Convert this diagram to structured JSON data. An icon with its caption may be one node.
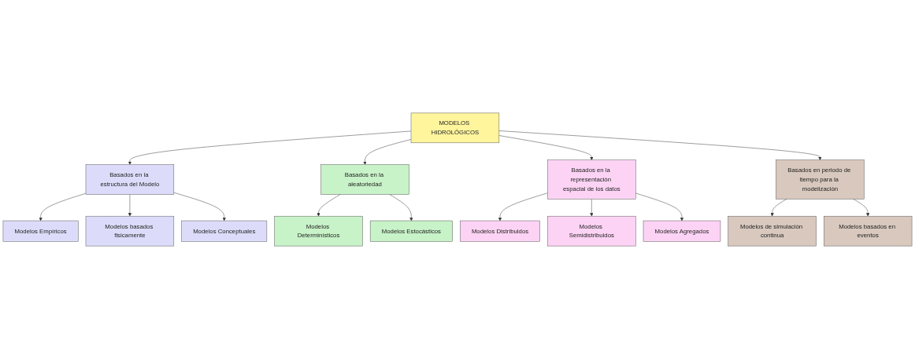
{
  "diagram": {
    "nodes": [
      {
        "text": [
          "MODELOS HIDROLÓGICOS"
        ]
      },
      {
        "text": [
          "Basados en la estructura del Modelo"
        ]
      },
      {
        "text": [
          "Basados en la aleatoriedad"
        ]
      },
      {
        "text": [
          "Basados en la representación espacial de los datos"
        ]
      },
      {
        "text": [
          "Basados en periodo de tiempo para la modelización"
        ]
      },
      {
        "text": [
          "Modelos Empíricos"
        ]
      },
      {
        "text": [
          "Modelos Conceptuales"
        ]
      },
      {
        "text": [
          "Modelos basados fisicamente"
        ]
      },
      {
        "text": [
          "Modelos Estocásticos"
        ]
      },
      {
        "text": [
          "Modelos Determinísticos"
        ]
      },
      {
        "text": [
          "Modelos Distribuidos"
        ]
      },
      {
        "text": [
          "Modelos Agregados"
        ]
      },
      {
        "text": [
          "Modelos Semidistribuidos"
        ]
      },
      {
        "text": [
          "Modelos basados en eventos"
        ]
      },
      {
        "text": [
          "Modelos de simulación continua"
        ]
      }
    ],
    "edges": [
      {
        "from": 0,
        "to": 1,
        "arrow": "to"
      },
      {
        "from": 0,
        "to": 2,
        "arrow": "to"
      },
      {
        "from": 0,
        "to": 3,
        "arrow": "to"
      },
      {
        "from": 0,
        "to": 4,
        "arrow": "to"
      },
      {
        "from": 1,
        "to": 5,
        "arrow": "to"
      },
      {
        "from": 1,
        "to": 7,
        "arrow": "to"
      },
      {
        "from": 1,
        "to": 6,
        "arrow": "to"
      },
      {
        "from": 2,
        "to": 9,
        "arrow": "to"
      },
      {
        "from": 2,
        "to": 8,
        "arrow": "to"
      },
      {
        "from": 3,
        "to": 10,
        "arrow": "to"
      },
      {
        "from": 3,
        "to": 12,
        "arrow": "to"
      },
      {
        "from": 3,
        "to": 11,
        "arrow": "to"
      },
      {
        "from": 4,
        "to": 14,
        "arrow": "to"
      },
      {
        "from": 4,
        "to": 13,
        "arrow": "to"
      }
    ]
  }
}
